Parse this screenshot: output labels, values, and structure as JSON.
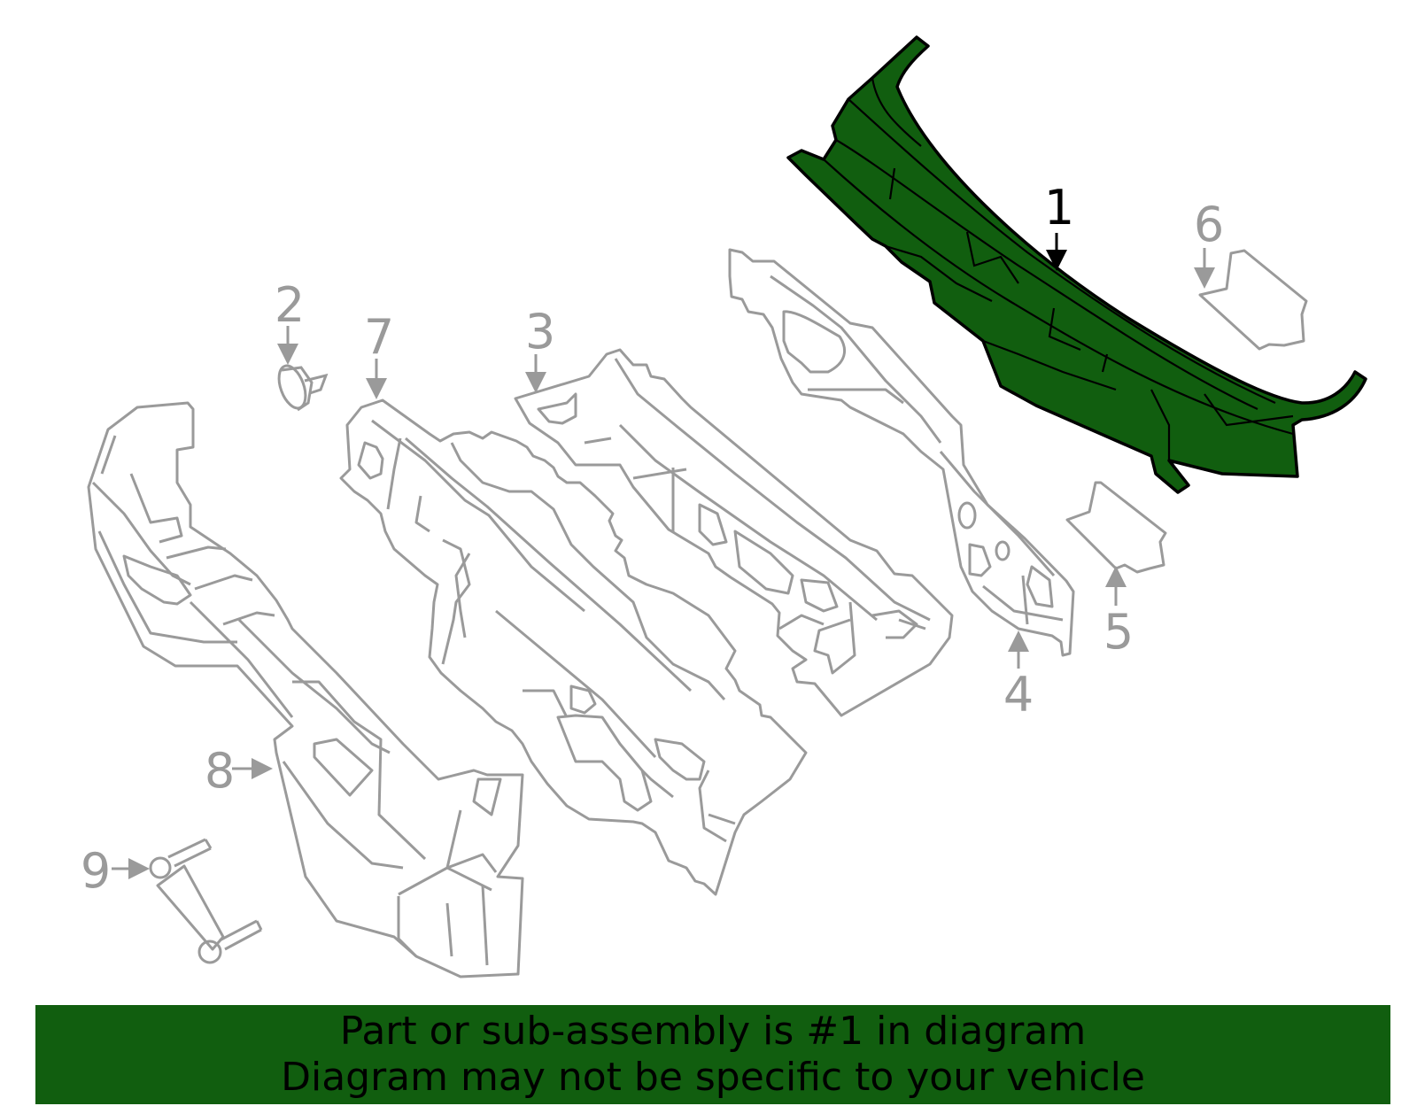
{
  "colors": {
    "highlight_fill": "#115e0f",
    "highlight_stroke": "#000000",
    "part_stroke": "#9a9a9a",
    "label_text": "#9a9a9a",
    "highlight_label": "#000000",
    "banner_background": "#115e0f",
    "banner_text": "#000000"
  },
  "callouts": {
    "c1": "1",
    "c2": "2",
    "c3": "3",
    "c4": "4",
    "c5": "5",
    "c6": "6",
    "c7": "7",
    "c8": "8",
    "c9": "9"
  },
  "highlighted_part": "1",
  "banner": {
    "line1": "Part or sub-assembly is #1 in diagram",
    "line2": "Diagram may not be specific to your vehicle"
  }
}
